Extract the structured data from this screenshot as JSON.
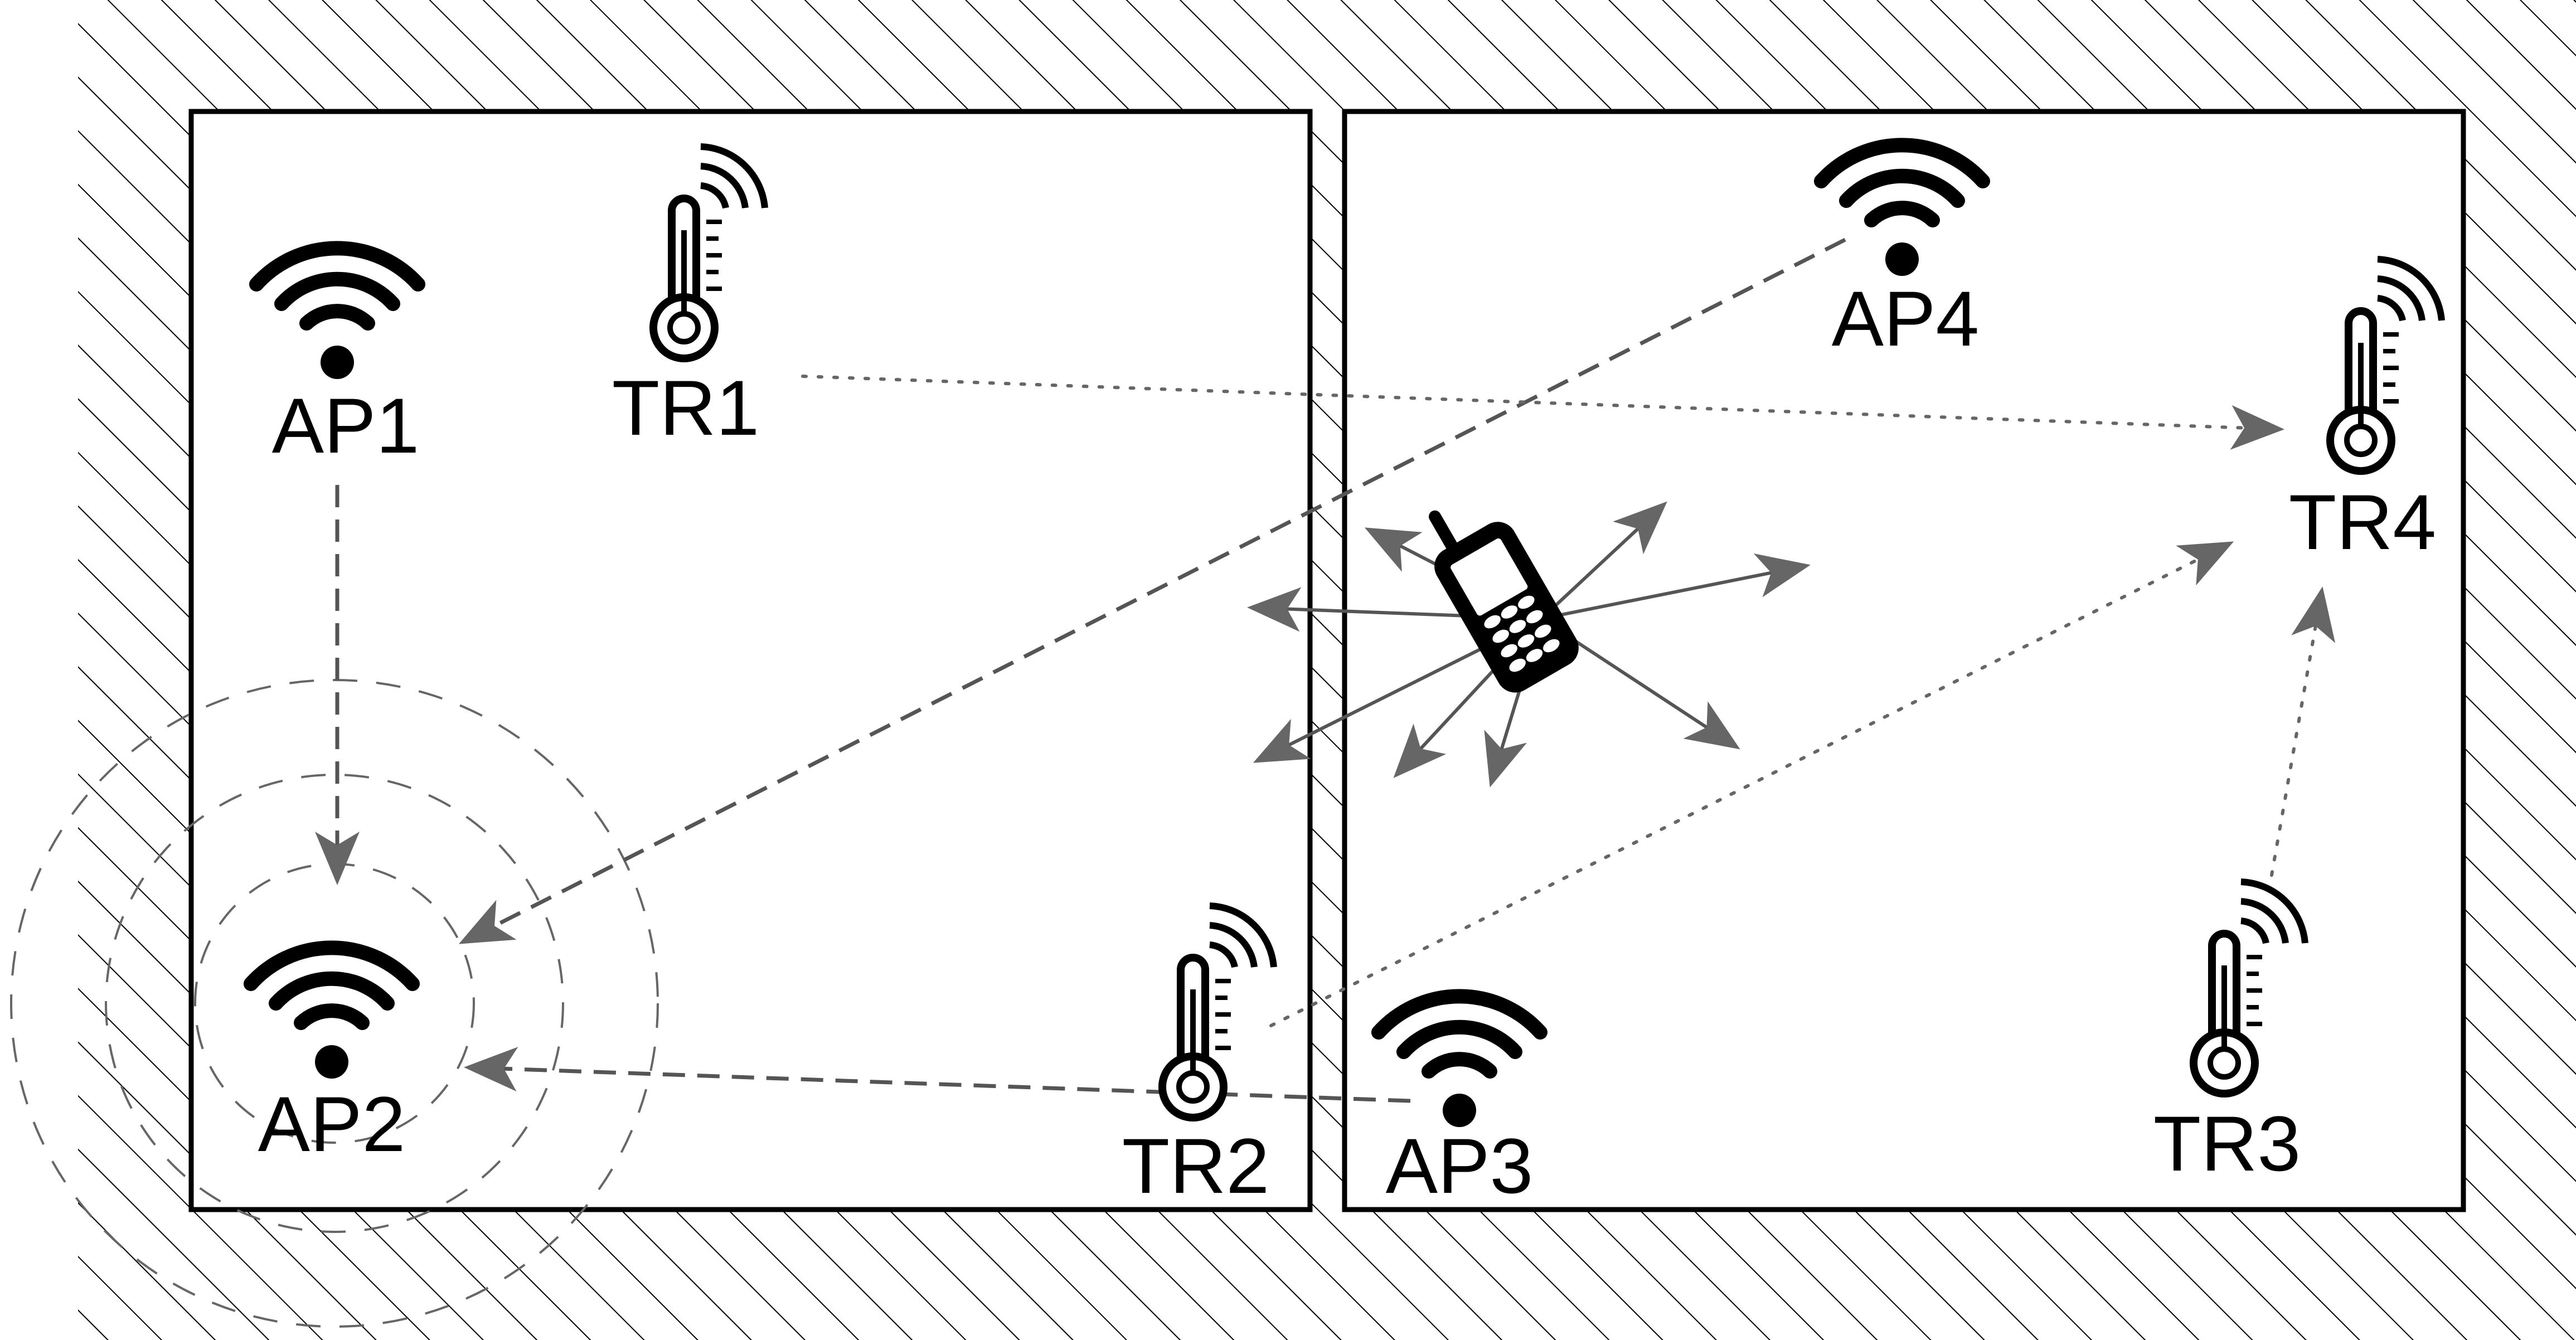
{
  "labels": {
    "ap1": "AP1",
    "ap2": "AP2",
    "ap3": "AP3",
    "ap4": "AP4",
    "tr1": "TR1",
    "tr2": "TR2",
    "tr3": "TR3",
    "tr4": "TR4"
  },
  "icons": {
    "access_point": "wifi-icon",
    "temperature_sensor": "thermometer-icon",
    "phone": "mobile-phone-icon"
  },
  "colors": {
    "wall_hatch": "#000000",
    "room_outline": "#000000",
    "signal_line": "#666666"
  }
}
